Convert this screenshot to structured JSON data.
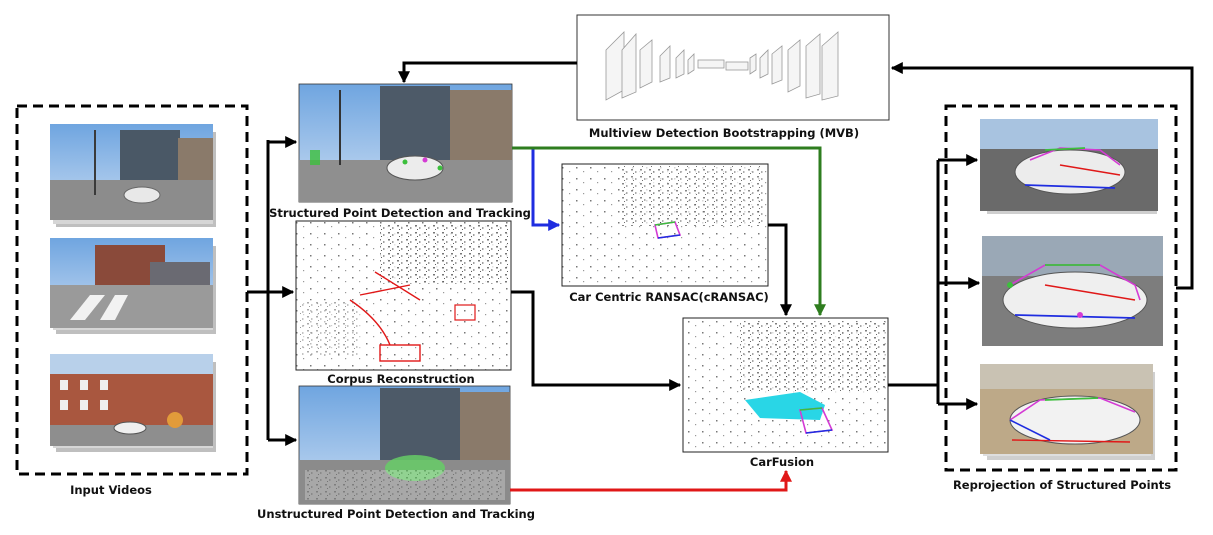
{
  "labels": {
    "input_videos": "Input Videos",
    "structured_detection": "Structured Point Detection and Tracking",
    "corpus_reconstruction": "Corpus Reconstruction",
    "unstructured_detection": "Unstructured Point Detection and Tracking",
    "mvb": "Multiview Detection Bootstrapping (MVB)",
    "cransac": "Car Centric RANSAC(cRANSAC)",
    "carfusion": "CarFusion",
    "reprojection": "Reprojection of Structured Points"
  },
  "colors": {
    "arrow_default": "#000000",
    "arrow_blue": "#1f2de0",
    "arrow_green": "#2e7d1f",
    "arrow_red": "#e01818",
    "keypoint_magenta": "#d43bd4",
    "keypoint_green": "#3cbf3c",
    "carfusion_cyan": "#29d6e6"
  }
}
